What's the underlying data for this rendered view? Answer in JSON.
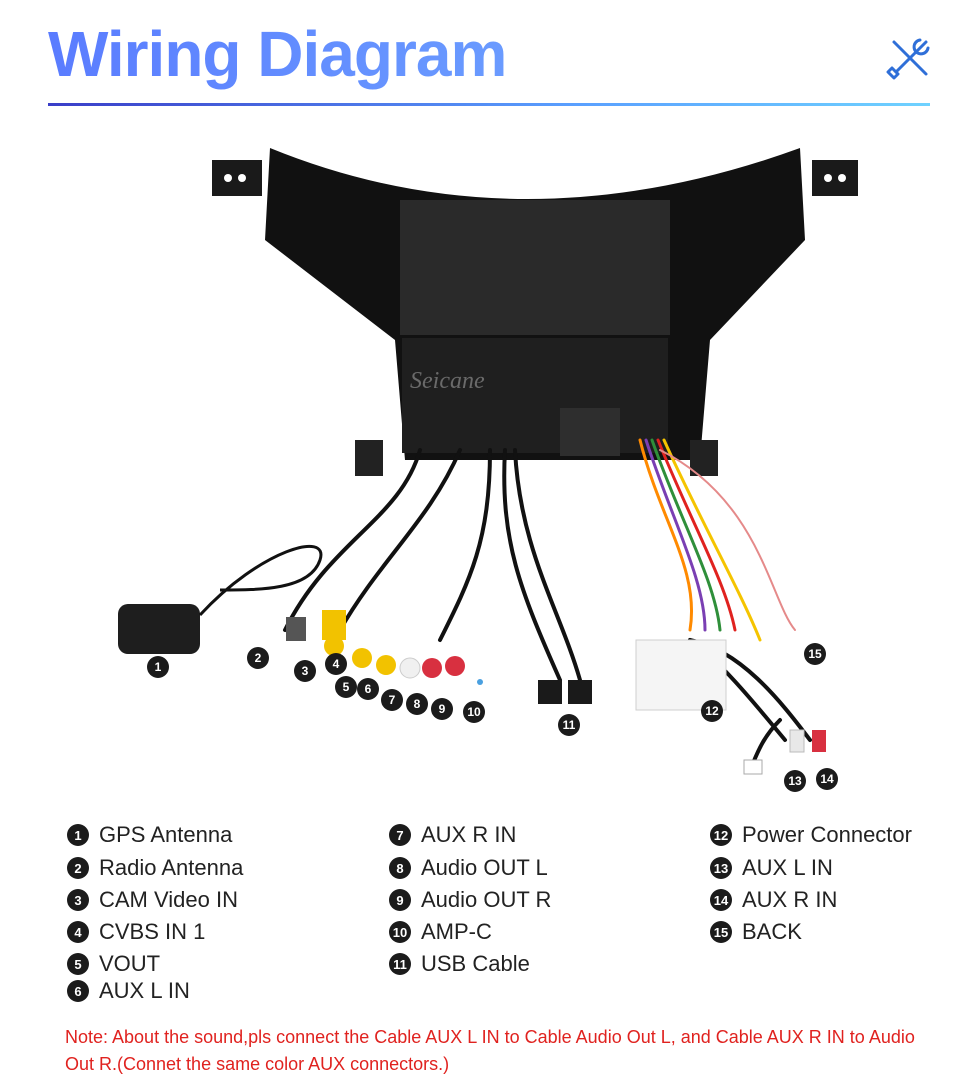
{
  "title": "Wiring Diagram",
  "header_icon": "tools-icon",
  "watermark": "Seicane",
  "legend": [
    {
      "num": "1",
      "label": "GPS Antenna"
    },
    {
      "num": "2",
      "label": "Radio Antenna"
    },
    {
      "num": "3",
      "label": "CAM Video IN"
    },
    {
      "num": "4",
      "label": "CVBS IN 1"
    },
    {
      "num": "5",
      "label": "VOUT"
    },
    {
      "num": "6",
      "label": "AUX L IN"
    },
    {
      "num": "7",
      "label": "AUX R IN"
    },
    {
      "num": "8",
      "label": "Audio OUT L"
    },
    {
      "num": "9",
      "label": "Audio OUT R"
    },
    {
      "num": "10",
      "label": "AMP-C"
    },
    {
      "num": "11",
      "label": "USB Cable"
    },
    {
      "num": "12",
      "label": "Power Connector"
    },
    {
      "num": "13",
      "label": "AUX L IN"
    },
    {
      "num": "14",
      "label": "AUX R IN"
    },
    {
      "num": "15",
      "label": "BACK"
    }
  ],
  "note": "Note: About the sound,pls connect the Cable AUX L IN to Cable Audio Out L, and Cable AUX R IN to Audio Out R.(Connet the same color AUX connectors.)",
  "colors": {
    "title": "#5a7cff",
    "note": "#e0221f",
    "badge": "#1b1b1b"
  }
}
